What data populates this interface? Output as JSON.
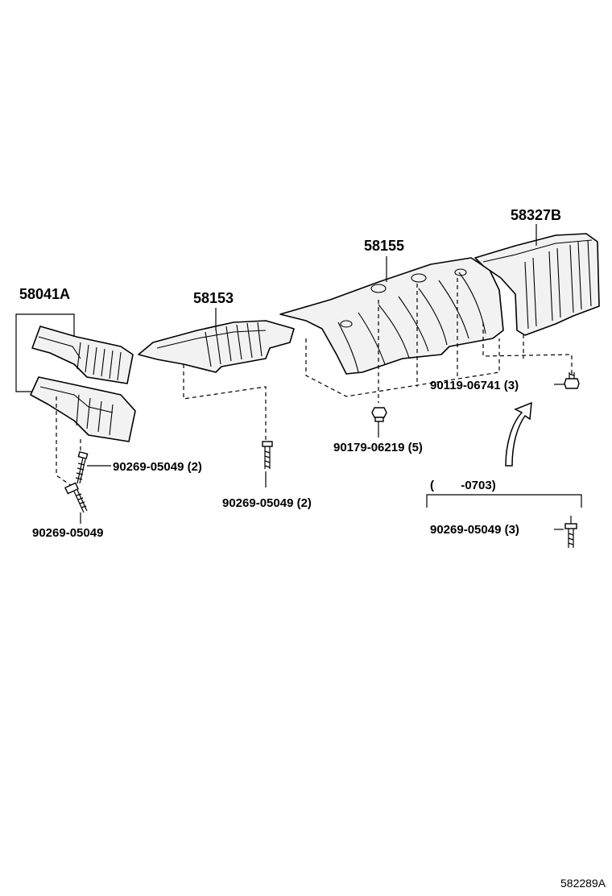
{
  "labels": {
    "p58041A": "58041A",
    "p58153": "58153",
    "p58155": "58155",
    "p58327B": "58327B",
    "f_left_1": "90269-05049 (2)",
    "f_left_2": "90269-05049",
    "f_center": "90269-05049 (2)",
    "f_nut": "90179-06219 (5)",
    "f_right_bolt": "90119-06741 (3)",
    "range_note": "(        -0703)",
    "f_right_alt": "90269-05049 (3)",
    "figure_id": "582289A"
  },
  "colors": {
    "line": "#000000",
    "part_fill": "#f2f2f2",
    "background": "#ffffff"
  }
}
